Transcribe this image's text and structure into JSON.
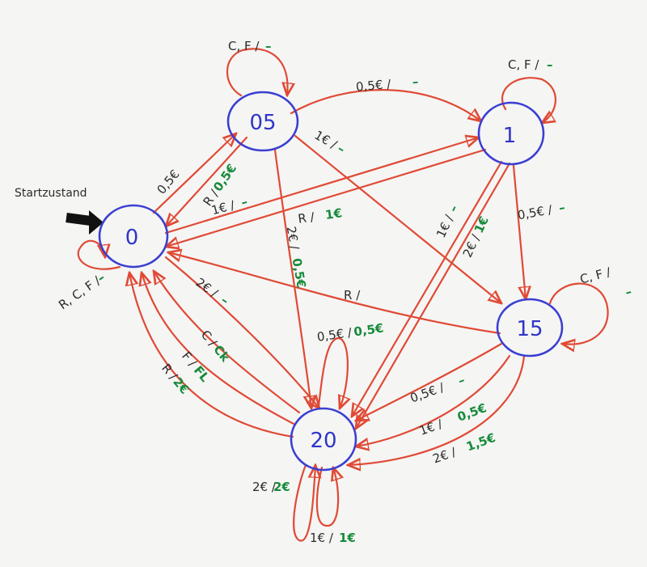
{
  "start_label": "Startzustand",
  "states": {
    "s0": "0",
    "s05": "05",
    "s1": "1",
    "s15": "15",
    "s20": "20"
  },
  "transitions": {
    "s0_loop": {
      "input": "R, C, F /",
      "output": "–"
    },
    "s05_loop": {
      "input": "C, F /",
      "output": "–"
    },
    "s1_loop": {
      "input": "C, F /",
      "output": "–"
    },
    "s15_loop": {
      "input": "C, F /",
      "output": "–"
    },
    "s20_loop_05": {
      "input": "0,5€ /",
      "output": "0,5€"
    },
    "s20_loop_2": {
      "input": "2€ /",
      "output": "2€"
    },
    "s20_loop_1": {
      "input": "1€ /",
      "output": "1€"
    },
    "s0_s05": {
      "input": "0,5€",
      "output": ""
    },
    "s05_s0": {
      "input": "R /",
      "output": "0,5€"
    },
    "s05_s1": {
      "input": "0,5€ /",
      "output": "–"
    },
    "s05_s15": {
      "input": "1€ /",
      "output": "–"
    },
    "s05_s20": {
      "input": "2€ /",
      "output": "0,5€"
    },
    "s0_s1": {
      "input": "1€ /",
      "output": "–"
    },
    "s1_s0": {
      "input": "R /",
      "output": "1€"
    },
    "s1_s20_1": {
      "input": "1€ /",
      "output": "–"
    },
    "s1_s20_2": {
      "input": "2€ /",
      "output": "1€"
    },
    "s1_s15": {
      "input": "0,5€ /",
      "output": "–"
    },
    "s0_s20": {
      "input": "2€ /",
      "output": "–"
    },
    "s20_s0_c": {
      "input": "C /",
      "output": "Ck"
    },
    "s20_s0_f": {
      "input": "F /",
      "output": "FL"
    },
    "s20_s0_r": {
      "input": "R /",
      "output": "2€"
    },
    "s15_s0": {
      "input": "R /",
      "output": ""
    },
    "s15_s20_05": {
      "input": "0,5€ /",
      "output": "–"
    },
    "s15_s20_1": {
      "input": "1€ /",
      "output": "0,5€"
    },
    "s15_s20_2": {
      "input": "2€ /",
      "output": "1,5€"
    }
  }
}
